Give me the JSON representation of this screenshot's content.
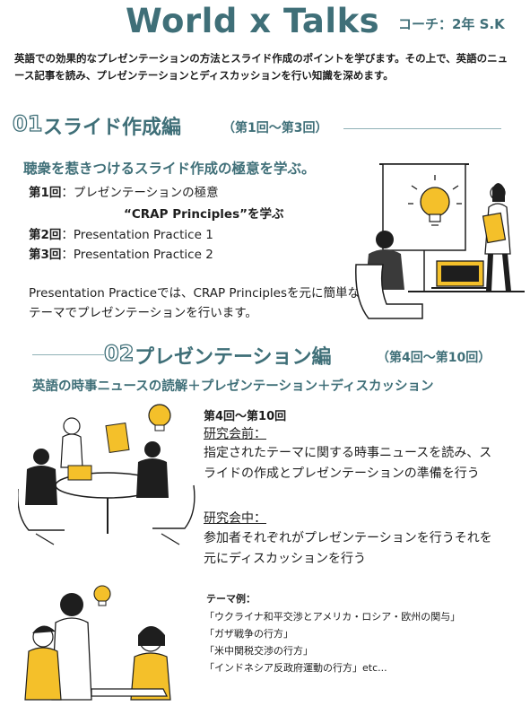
{
  "header": {
    "title": "World x Talks",
    "coach": "コーチ：2年 S.K"
  },
  "intro": "英語での効果的なプレゼンテーションの方法とスライド作成のポイントを学びます。その上で、英語のニュース記事を読み、プレゼンテーションとディスカッションを行い知識を深めます。",
  "section1": {
    "number": "01",
    "title": "スライド作成編",
    "range": "（第1回〜第3回）",
    "subtitle": "聴衆を惹きつけるスライド作成の極意を学ぶ。",
    "lessons": [
      {
        "label": "第1回",
        "sep": "：",
        "text": "プレゼンテーションの極意"
      },
      {
        "label": "第2回",
        "sep": "：",
        "text": "Presentation Practice 1"
      },
      {
        "label": "第3回",
        "sep": "：",
        "text": "Presentation Practice 2"
      }
    ],
    "lesson1_cont": "“CRAP Principles”を学ぶ",
    "description": "Presentation Practiceでは、CRAP Principlesを元に簡単なテーマでプレゼンテーションを行います。"
  },
  "section2": {
    "number": "02",
    "title": "プレゼンテーション編",
    "range": "（第4回〜第10回）",
    "subtitle": "英語の時事ニュースの読解＋プレゼンテーション＋ディスカッション",
    "weeks": "第4回〜第10回",
    "before_label": "研究会前：",
    "before_text": "指定されたテーマに関する時事ニュースを読み、スライドの作成とプレゼンテーションの準備を行う",
    "during_label": "研究会中：",
    "during_text": "参加者それぞれがプレゼンテーションを行うそれを元にディスカッションを行う",
    "themes_label": "テーマ例：",
    "themes": [
      "「ウクライナ和平交渉とアメリカ・ロシア・欧州の関与」",
      "「ガザ戦争の行方」",
      "「米中関税交渉の行方」",
      "「インドネシア反政府運動の行方」etc..."
    ]
  },
  "colors": {
    "accent": "#3f6f78",
    "rule": "#8fb1b6",
    "highlight": "#f4c02a",
    "ink": "#1e1e1e"
  },
  "icons": [
    "lightbulb-icon",
    "presentation-board-icon",
    "laptop-icon",
    "people-illustration"
  ]
}
